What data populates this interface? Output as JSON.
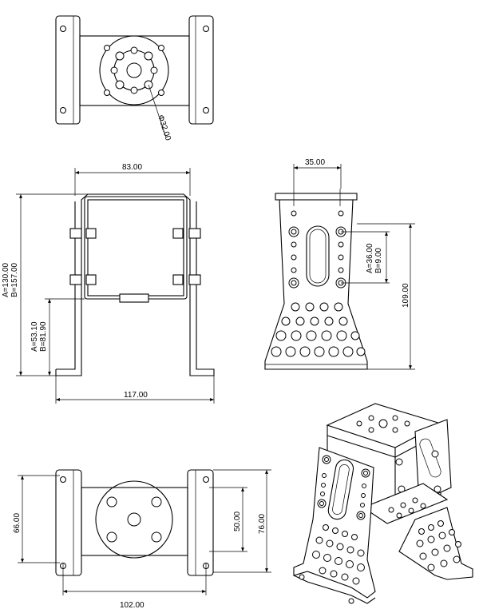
{
  "views": {
    "top": {
      "dia_label": "Φ32.00"
    },
    "front": {
      "width_top": "83.00",
      "width_base": "117.00",
      "height_a": "A=130.00",
      "height_b": "B=157.00",
      "lower_a": "A=53.10",
      "lower_b": "B=81.90"
    },
    "side": {
      "hole_span": "35.00",
      "hole_pitch_a": "A=36.00",
      "hole_pitch_b": "B=9.00",
      "total_height": "109.00"
    },
    "bottom": {
      "inner_height": "66.00",
      "slot_height": "50.00",
      "outer_height": "76.00",
      "base_width": "102.00"
    }
  }
}
